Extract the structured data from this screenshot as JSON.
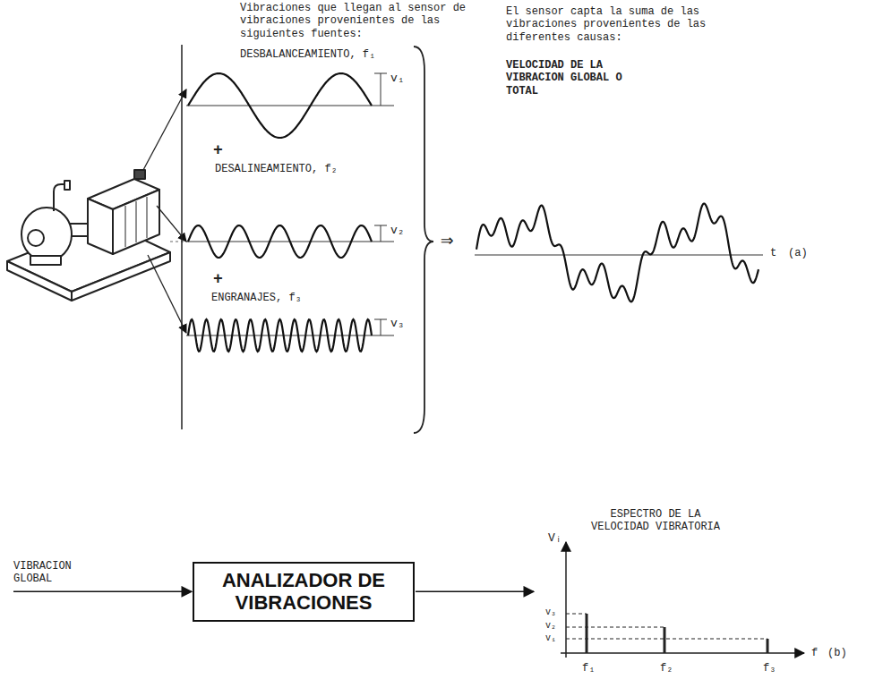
{
  "diagram": {
    "nodes": [
      {
        "text": [
          "ANALIZADOR DE VIBRACIONES"
        ]
      }
    ],
    "labels": [
      "Vibraciones que llegan al sensor de vibraciones provenientes de las siguientes fuentes:",
      "DESBALANCEAMIENTO, f₁",
      "v₁",
      "+",
      "DESALINEAMIENTO, f₂",
      "v₂",
      "+",
      "ENGRANAJES, f₃",
      "v₃",
      "⇒",
      "El sensor capta la suma de las vibraciones provenientes de las diferentes causas:",
      "VELOCIDAD DE LA VIBRACION GLOBAL O TOTAL",
      "t",
      "(a)",
      "VIBRACION GLOBAL",
      "ESPECTRO DE LA VELOCIDAD VIBRATORIA",
      "Vᵢ",
      "v₃",
      "v₂",
      "v₁",
      "f₁",
      "f₂",
      "f₃",
      "f",
      "(b)"
    ]
  }
}
